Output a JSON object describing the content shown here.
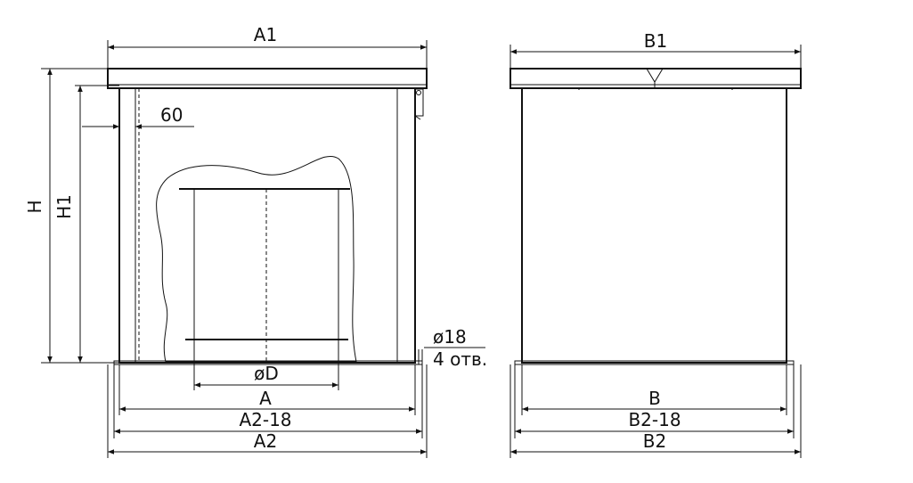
{
  "labels": {
    "A1": "A1",
    "B1": "B1",
    "H": "H",
    "H1": "H1",
    "sixty": "60",
    "D": "øD",
    "A": "A",
    "A2_18": "A2-18",
    "A2": "A2",
    "B": "B",
    "B2_18": "B2-18",
    "B2": "B2",
    "hole_diameter": "ø18",
    "hole_count": "4 отв."
  },
  "colors": {
    "line": "#111111",
    "background": "#ffffff"
  }
}
